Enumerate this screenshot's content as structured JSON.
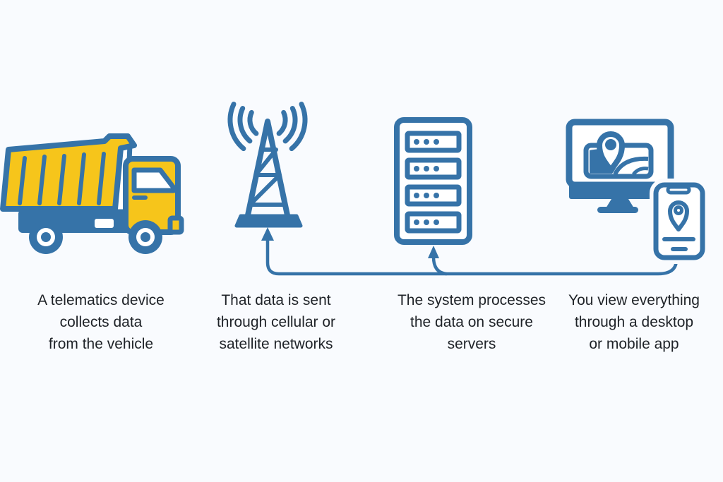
{
  "diagram_title": "",
  "colors": {
    "blue": "#3673a8",
    "yellow": "#f6c51b",
    "text": "#1f2328",
    "background": "#f9fbfe"
  },
  "steps": [
    {
      "icon": "dump-truck-icon",
      "lines": [
        "A telematics device",
        "collects data",
        "from the vehicle"
      ]
    },
    {
      "icon": "cell-tower-icon",
      "lines": [
        "That data is sent",
        "through cellular or",
        "satellite networks"
      ]
    },
    {
      "icon": "server-icon",
      "lines": [
        "The system processes",
        "the data on secure",
        "servers"
      ]
    },
    {
      "icon": "desktop-mobile-icon",
      "lines": [
        "You view everything",
        "through a desktop",
        "or mobile app"
      ]
    }
  ]
}
